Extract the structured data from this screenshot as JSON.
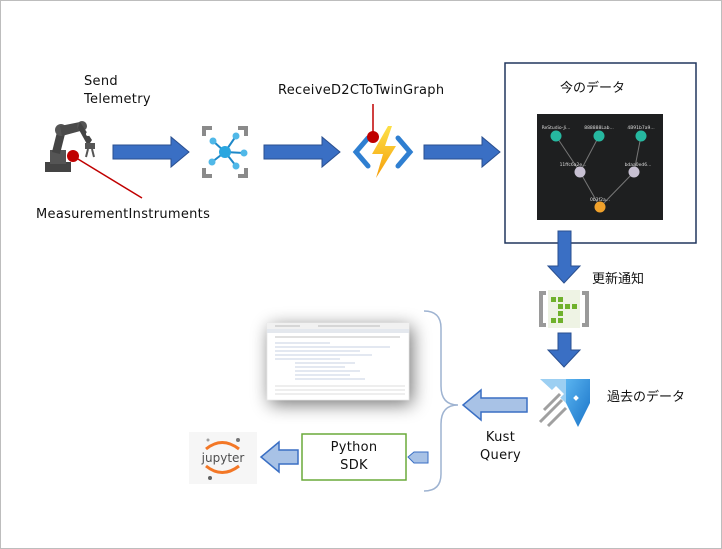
{
  "labels": {
    "send_line1": "Send",
    "send_line2": "Telemetry",
    "measurement": "MeasurementInstruments",
    "function_name": "ReceiveD2CToTwinGraph",
    "current_data": "今のデータ",
    "update_notify": "更新通知",
    "past_data": "過去のデータ",
    "kust_line1": "Kust",
    "kust_line2": "Query",
    "python_line1": "Python",
    "python_line2": "SDK",
    "jupyter": "jupyter"
  },
  "colors": {
    "arrow_fill": "#3a6fc4",
    "arrow_dark": "#2a4f8f",
    "arrow_light_fill": "#a8c2e6",
    "dark_panel": "#1e1f20",
    "node_teal": "#26b8a0",
    "node_light": "#c7c0d2",
    "node_orange": "#f0a12b",
    "python_border": "#6aaa3a",
    "red_marker": "#c00000",
    "frame_border": "#20365e"
  },
  "graph_nodes": [
    {
      "label": "ReStudio-Ji...",
      "kind": "teal"
    },
    {
      "label": "888888Lab...",
      "kind": "teal"
    },
    {
      "label": "4B91b7a9...",
      "kind": "teal"
    },
    {
      "label": "11ffc6a2e...",
      "kind": "light"
    },
    {
      "label": "bdaa0ed6...",
      "kind": "light"
    },
    {
      "label": "0b3f2a...",
      "kind": "orange"
    }
  ]
}
